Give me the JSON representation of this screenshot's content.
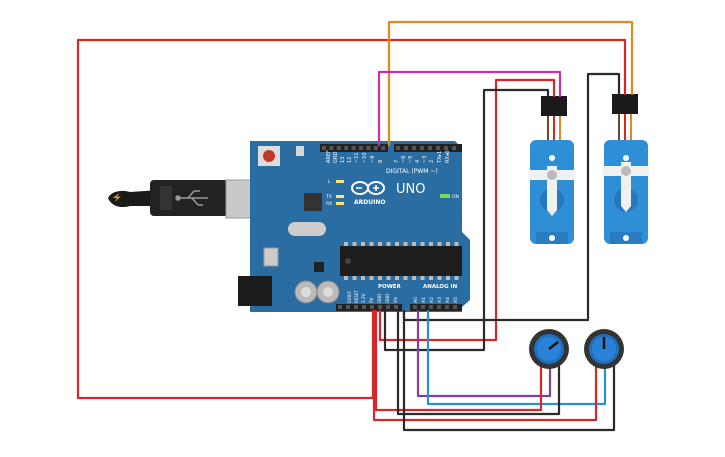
{
  "board": {
    "brand": "ARDUINO",
    "model": "UNO",
    "digital_label": "DIGITAL (PWM ~)",
    "power_label": "POWER",
    "analog_label": "ANALOG IN",
    "on_label": "ON",
    "tx_label": "TX",
    "rx_label": "RX",
    "l_label": "L",
    "aref_label": "AREF",
    "gnd_label": "GND",
    "d13": "13",
    "d12": "12",
    "d11": "~11",
    "d10": "~10",
    "d9": "~9",
    "d8": "8",
    "d7": "7",
    "d6": "~6",
    "d5": "~5",
    "d4": "4",
    "d3": "~3",
    "d2": "2",
    "d1": "TX▸1",
    "d0": "RX◂0",
    "p_ioref": "IOREF",
    "p_reset": "RESET",
    "p_33v": "3.3V",
    "p_5v": "5V",
    "p_gnd1": "GND",
    "p_gnd2": "GND",
    "p_vin": "Vin",
    "a0": "A0",
    "a1": "A1",
    "a2": "A2",
    "a3": "A3",
    "a4": "A4",
    "a5": "A5"
  },
  "colors": {
    "board": "#2a6da2",
    "wire_red": "#d62728",
    "wire_black": "#2a2a2a",
    "wire_magenta": "#c52fa8",
    "wire_orange": "#e08a1e",
    "wire_purple": "#7b3fa5",
    "wire_blue": "#2793c9",
    "servo": "#2f8fd6",
    "pot_knob": "#1f6fbf"
  },
  "components": {
    "servo1": "micro-servo",
    "servo2": "micro-servo",
    "pot1": "potentiometer",
    "pot2": "potentiometer",
    "usb": "usb-cable"
  }
}
